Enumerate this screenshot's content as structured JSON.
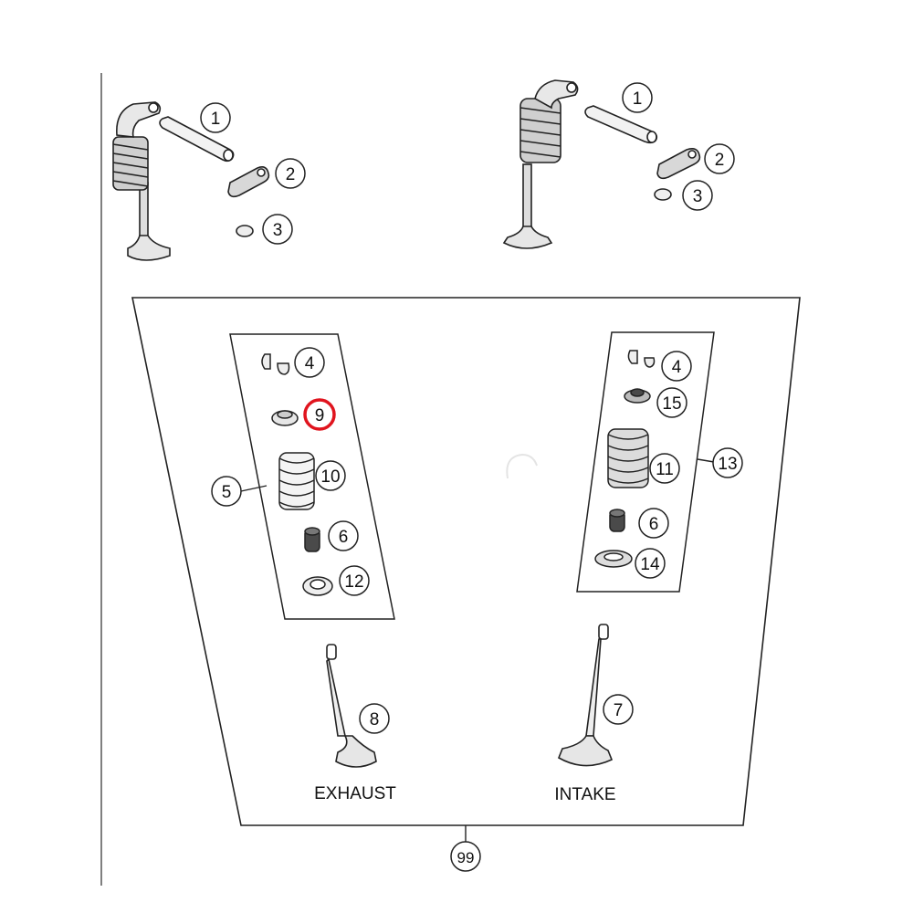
{
  "labels": {
    "exhaust": "EXHAUST",
    "intake": "INTAKE"
  },
  "callouts": {
    "c1a": "1",
    "c2a": "2",
    "c3a": "3",
    "c1b": "1",
    "c2b": "2",
    "c3b": "3",
    "c4a": "4",
    "c9": "9",
    "c10": "10",
    "c5": "5",
    "c6a": "6",
    "c12": "12",
    "c4b": "4",
    "c15": "15",
    "c11": "11",
    "c13": "13",
    "c6b": "6",
    "c14": "14",
    "c8": "8",
    "c7": "7",
    "c99": "99"
  },
  "highlight": {
    "part": "9",
    "color": "#e0141e"
  },
  "colors": {
    "line": "#222222",
    "part_fill": "#ffffff",
    "part_shade": "#9a9a9a",
    "dark_part": "#4a4a4a"
  }
}
